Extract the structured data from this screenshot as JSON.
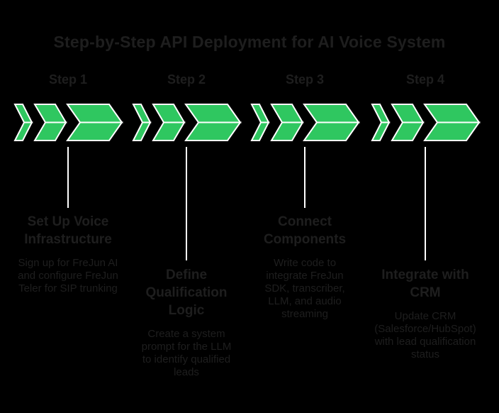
{
  "title": "Step-by-Step API Deployment for AI Voice System",
  "colors": {
    "background": "#000000",
    "text": "#1e1e1e",
    "arrow_green": "#2fc760",
    "arrow_outline": "#ffffff",
    "connector_line": "#ffffff"
  },
  "icons": {
    "chevron_arrows": "triple-chevron-arrow-right"
  },
  "steps": [
    {
      "label": "Step 1",
      "heading": "Set Up Voice\nInfrastructure",
      "description": "Sign up for FreJun AI\nand configure FreJun\nTeler for SIP trunking"
    },
    {
      "label": "Step 2",
      "heading": "Define\nQualification\nLogic",
      "description": "Create a system\nprompt for the LLM\nto identify qualified\nleads"
    },
    {
      "label": "Step 3",
      "heading": "Connect\nComponents",
      "description": "Write code to\nintegrate FreJun\nSDK, transcriber,\nLLM, and audio\nstreaming"
    },
    {
      "label": "Step 4",
      "heading": "Integrate with\nCRM",
      "description": "Update CRM\n(Salesforce/HubSpot)\nwith lead qualification\nstatus"
    }
  ]
}
